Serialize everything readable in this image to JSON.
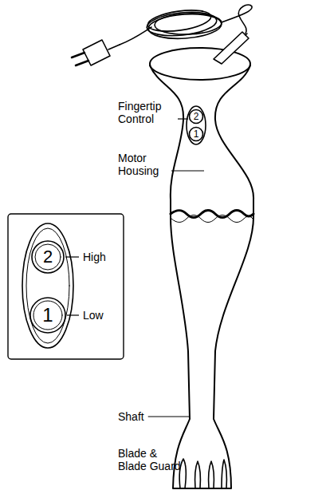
{
  "diagram": {
    "labels": [
      "Fingertip Control",
      "2",
      "1",
      "Motor Housing",
      "High",
      "Low",
      "2",
      "1",
      "Shaft",
      "Blade & Blade Guard"
    ]
  }
}
